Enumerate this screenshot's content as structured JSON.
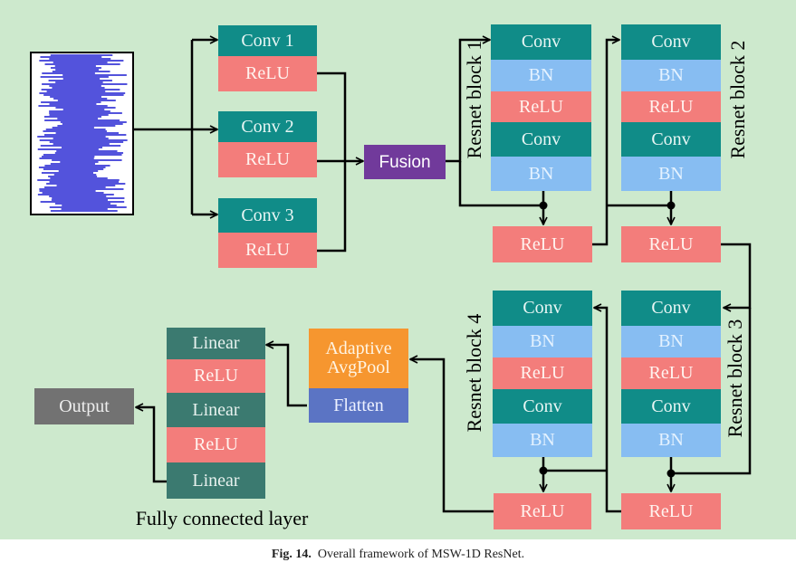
{
  "figure": {
    "label": "Fig. 14.",
    "caption": "Overall framework of MSW-1D ResNet."
  },
  "colors": {
    "background": "#cde9cd",
    "conv": "#108c88",
    "relu": "#f37d7b",
    "bn": "#87bdf2",
    "fusion": "#713a9b",
    "adaptive_pool": "#f6962f",
    "flatten": "#5b74c4",
    "linear": "#3b7a70",
    "output": "#727272",
    "signal": "#1a1ad0"
  },
  "branches": [
    {
      "conv": "Conv 1",
      "act": "ReLU"
    },
    {
      "conv": "Conv 2",
      "act": "ReLU"
    },
    {
      "conv": "Conv 3",
      "act": "ReLU"
    }
  ],
  "fusion": "Fusion",
  "resnet_blocks": [
    {
      "title": "Resnet block 1",
      "layers": [
        "Conv",
        "BN",
        "ReLU",
        "Conv",
        "BN"
      ],
      "out_act": "ReLU"
    },
    {
      "title": "Resnet block 2",
      "layers": [
        "Conv",
        "BN",
        "ReLU",
        "Conv",
        "BN"
      ],
      "out_act": "ReLU"
    },
    {
      "title": "Resnet block 3",
      "layers": [
        "Conv",
        "BN",
        "ReLU",
        "Conv",
        "BN"
      ],
      "out_act": "ReLU"
    },
    {
      "title": "Resnet block 4",
      "layers": [
        "Conv",
        "BN",
        "ReLU",
        "Conv",
        "BN"
      ],
      "out_act": "ReLU"
    }
  ],
  "pooling": {
    "adaptive": "Adaptive AvgPool",
    "flatten": "Flatten"
  },
  "fc": {
    "layers": [
      "Linear",
      "ReLU",
      "Linear",
      "ReLU",
      "Linear"
    ],
    "label": "Fully connected layer"
  },
  "output": "Output"
}
